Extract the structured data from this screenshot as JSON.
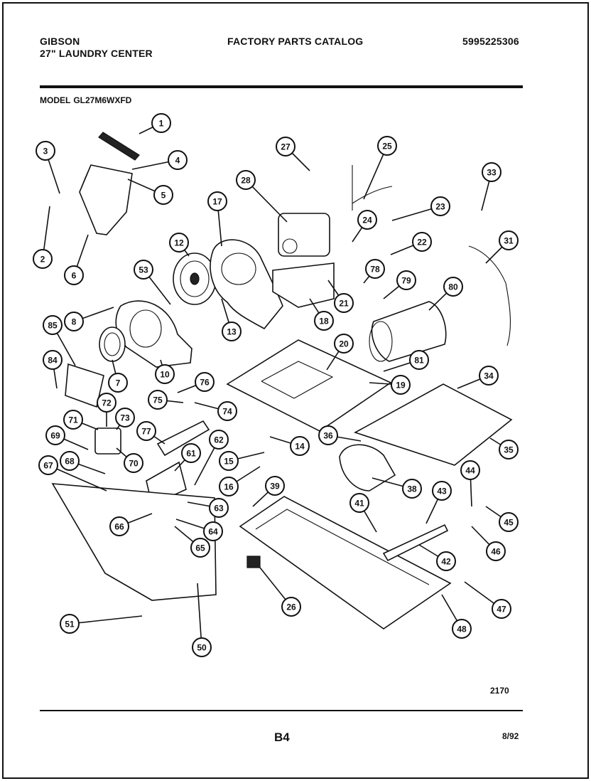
{
  "header": {
    "brand": "GIBSON",
    "product": "27\" LAUNDRY CENTER",
    "catalog_title": "FACTORY PARTS CATALOG",
    "catalog_number": "5995225306"
  },
  "model": {
    "label": "MODEL",
    "value": "GL27M6WXFD"
  },
  "diagram": {
    "callouts": [
      "1",
      "2",
      "3",
      "4",
      "5",
      "6",
      "7",
      "8",
      "10",
      "12",
      "13",
      "14",
      "15",
      "16",
      "17",
      "18",
      "19",
      "20",
      "21",
      "22",
      "23",
      "24",
      "25",
      "26",
      "27",
      "28",
      "31",
      "33",
      "34",
      "35",
      "36",
      "38",
      "39",
      "41",
      "42",
      "43",
      "44",
      "45",
      "46",
      "47",
      "48",
      "50",
      "51",
      "53",
      "61",
      "62",
      "63",
      "64",
      "65",
      "66",
      "67",
      "68",
      "69",
      "70",
      "71",
      "72",
      "73",
      "74",
      "75",
      "76",
      "77",
      "78",
      "79",
      "80",
      "81",
      "84",
      "85"
    ]
  },
  "footer": {
    "reference_code": "2170",
    "page": "B4",
    "date": "8/92"
  }
}
